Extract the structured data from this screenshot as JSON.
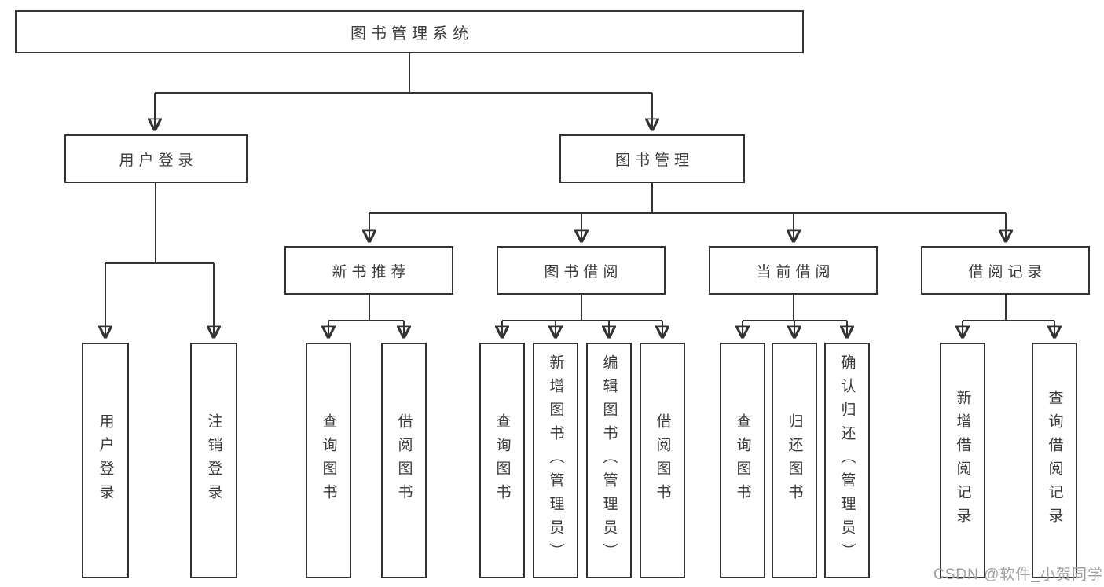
{
  "tree": {
    "root": {
      "label": "图书管理系统",
      "children": [
        {
          "label": "用户登录",
          "children": [
            {
              "label": "用户登录"
            },
            {
              "label": "注销登录"
            }
          ]
        },
        {
          "label": "图书管理",
          "children": [
            {
              "label": "新书推荐",
              "children": [
                {
                  "label": "查询图书"
                },
                {
                  "label": "借阅图书"
                }
              ]
            },
            {
              "label": "图书借阅",
              "children": [
                {
                  "label": "查询图书"
                },
                {
                  "label": "新增图书（管理员）"
                },
                {
                  "label": "编辑图书（管理员）"
                },
                {
                  "label": "借阅图书"
                }
              ]
            },
            {
              "label": "当前借阅",
              "children": [
                {
                  "label": "查询图书"
                },
                {
                  "label": "归还图书"
                },
                {
                  "label": "确认归还（管理员）"
                }
              ]
            },
            {
              "label": "借阅记录",
              "children": [
                {
                  "label": "新增借阅记录"
                },
                {
                  "label": "查询借阅记录"
                }
              ]
            }
          ]
        }
      ]
    }
  },
  "watermark": {
    "text": "CSDN @软件_小贺同学"
  },
  "colors": {
    "line": "#333333",
    "box_border": "#333333",
    "text": "#3a3a3a",
    "watermark": "#9e9e9e",
    "background": "#ffffff"
  }
}
